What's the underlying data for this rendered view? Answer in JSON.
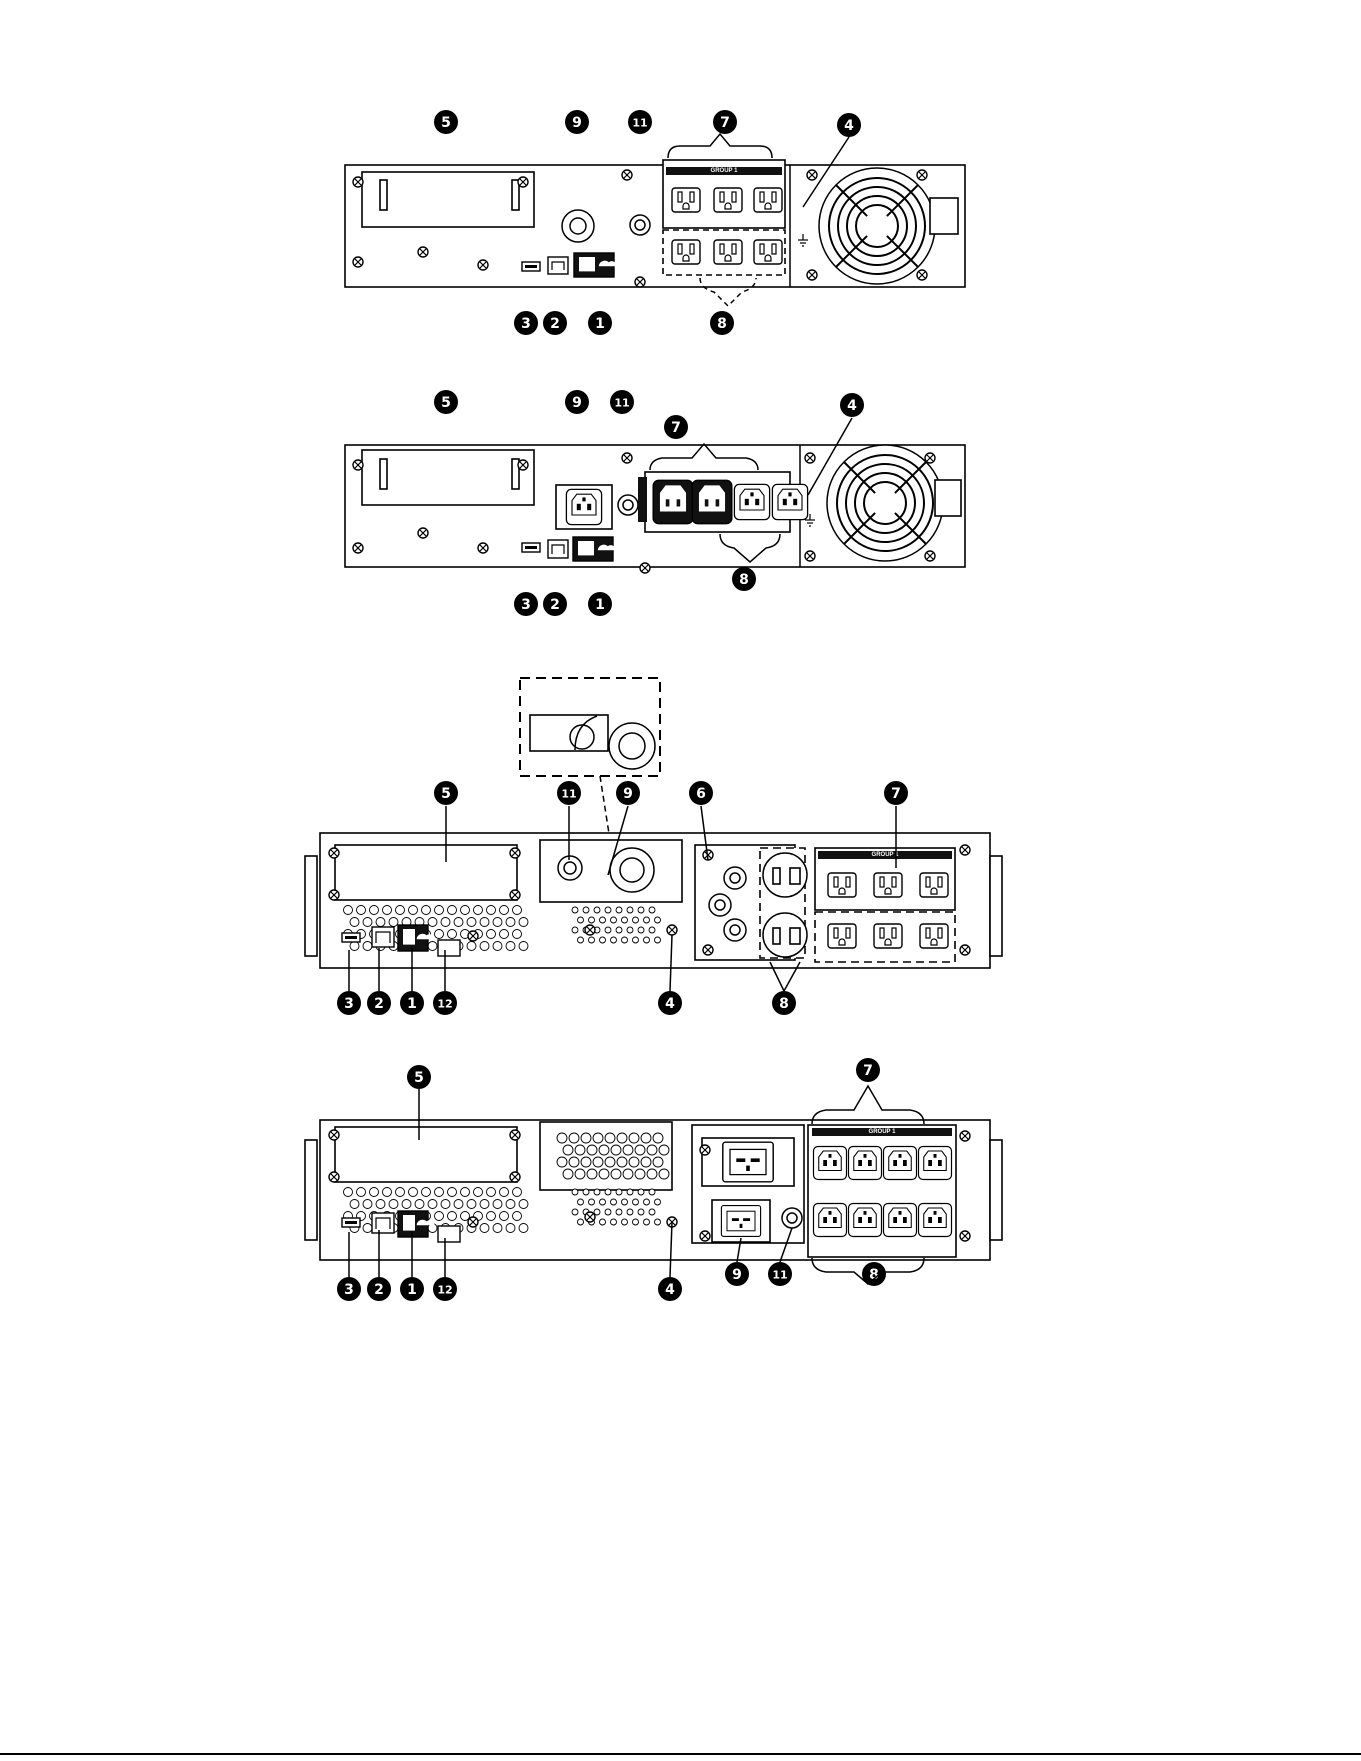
{
  "colors": {
    "ink": "#000000",
    "panel": "#ffffff",
    "label_bg": "#111111"
  },
  "icons": [
    "callout-marker",
    "screw-icon",
    "usb-port-icon",
    "rj45-port-icon",
    "network-card-icon",
    "outlet-nema-icon",
    "outlet-c13-icon",
    "outlet-c19-icon",
    "fan-grille-icon",
    "ground-icon",
    "breaker-icon",
    "terminal-block-icon"
  ],
  "group_label": "GROUP 1",
  "panels": [
    {
      "id": "panel-1",
      "callouts": [
        {
          "n": "5",
          "label": "❺"
        },
        {
          "n": "9",
          "label": "❾"
        },
        {
          "n": "11",
          "label": "⓫"
        },
        {
          "n": "7",
          "label": "❼"
        },
        {
          "n": "4",
          "label": "❹"
        },
        {
          "n": "3",
          "label": "❸"
        },
        {
          "n": "2",
          "label": "❷"
        },
        {
          "n": "1",
          "label": "❶"
        },
        {
          "n": "8",
          "label": "❽"
        }
      ]
    },
    {
      "id": "panel-2",
      "callouts": [
        {
          "n": "5",
          "label": "❺"
        },
        {
          "n": "9",
          "label": "❾"
        },
        {
          "n": "11",
          "label": "⓫"
        },
        {
          "n": "7",
          "label": "❼"
        },
        {
          "n": "4",
          "label": "❹"
        },
        {
          "n": "8",
          "label": "❽"
        },
        {
          "n": "3",
          "label": "❸"
        },
        {
          "n": "2",
          "label": "❷"
        },
        {
          "n": "1",
          "label": "❶"
        }
      ]
    },
    {
      "id": "panel-3",
      "callouts": [
        {
          "n": "5",
          "label": "❺"
        },
        {
          "n": "11",
          "label": "⓫"
        },
        {
          "n": "9",
          "label": "❾"
        },
        {
          "n": "6",
          "label": "❻"
        },
        {
          "n": "7",
          "label": "❼"
        },
        {
          "n": "3",
          "label": "❸"
        },
        {
          "n": "2",
          "label": "❷"
        },
        {
          "n": "1",
          "label": "❶"
        },
        {
          "n": "12",
          "label": "⓬"
        },
        {
          "n": "4",
          "label": "❹"
        },
        {
          "n": "8",
          "label": "❽"
        }
      ]
    },
    {
      "id": "panel-4",
      "callouts": [
        {
          "n": "5",
          "label": "❺"
        },
        {
          "n": "7",
          "label": "❼"
        },
        {
          "n": "3",
          "label": "❸"
        },
        {
          "n": "2",
          "label": "❷"
        },
        {
          "n": "1",
          "label": "❶"
        },
        {
          "n": "12",
          "label": "⓬"
        },
        {
          "n": "4",
          "label": "❹"
        },
        {
          "n": "9",
          "label": "❾"
        },
        {
          "n": "11",
          "label": "⓫"
        },
        {
          "n": "8",
          "label": "❽"
        }
      ]
    }
  ]
}
